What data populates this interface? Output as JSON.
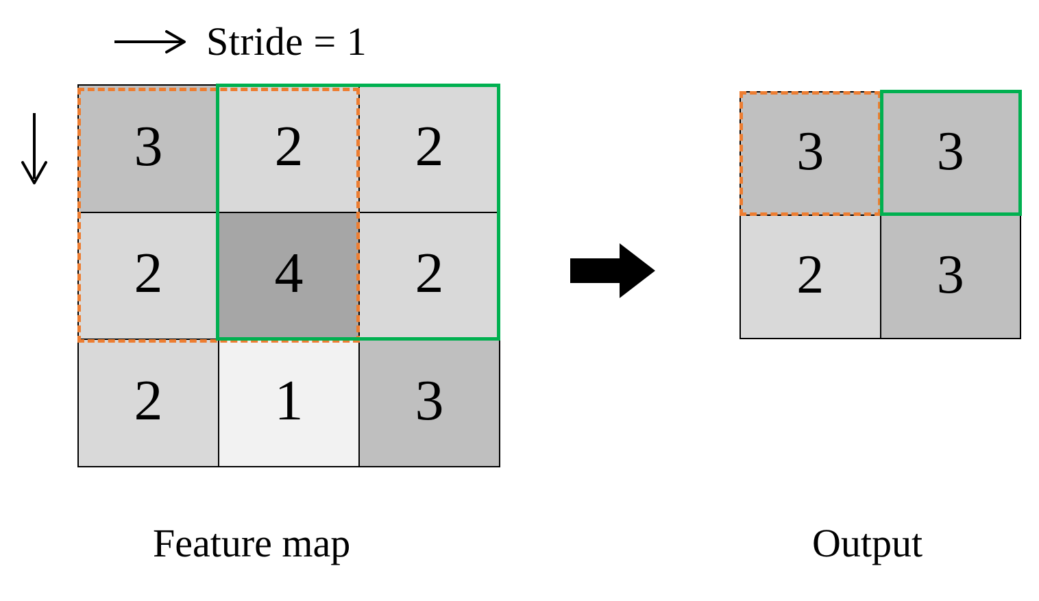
{
  "header": {
    "stride_label": "Stride = 1",
    "horizontal_arrow_icon": "arrow-right-thin-icon",
    "vertical_arrow_icon": "arrow-down-thin-icon"
  },
  "transform": {
    "arrow_icon": "block-arrow-right-icon"
  },
  "feature_map": {
    "caption": "Feature map",
    "rows": 3,
    "cols": 3,
    "cells": [
      {
        "value": "3",
        "fill": "#c0c0c0"
      },
      {
        "value": "2",
        "fill": "#d9d9d9"
      },
      {
        "value": "2",
        "fill": "#d9d9d9"
      },
      {
        "value": "2",
        "fill": "#d9d9d9"
      },
      {
        "value": "4",
        "fill": "#a6a6a6"
      },
      {
        "value": "2",
        "fill": "#d9d9d9"
      },
      {
        "value": "2",
        "fill": "#d9d9d9"
      },
      {
        "value": "1",
        "fill": "#f2f2f2"
      },
      {
        "value": "3",
        "fill": "#bfbfbf"
      }
    ]
  },
  "output": {
    "caption": "Output",
    "rows": 2,
    "cols": 2,
    "cells": [
      {
        "value": "3",
        "fill": "#c0c0c0"
      },
      {
        "value": "3",
        "fill": "#c0c0c0"
      },
      {
        "value": "2",
        "fill": "#d9d9d9"
      },
      {
        "value": "3",
        "fill": "#bfbfbf"
      }
    ]
  },
  "highlights": {
    "dashed_color": "#ed7d31",
    "solid_color": "#00b050",
    "dashed_label": "pooling-window-position-1",
    "solid_label": "pooling-window-position-2"
  },
  "chart_data": {
    "type": "table",
    "title": "Stride = 1",
    "feature_map_values": [
      [
        3,
        2,
        2
      ],
      [
        2,
        4,
        2
      ],
      [
        2,
        1,
        3
      ]
    ],
    "output_values": [
      [
        3,
        3
      ],
      [
        2,
        3
      ]
    ],
    "window_dashed_cells": [
      [
        0,
        0
      ],
      [
        0,
        1
      ],
      [
        1,
        0
      ],
      [
        1,
        1
      ]
    ],
    "window_solid_cells": [
      [
        0,
        1
      ],
      [
        0,
        2
      ],
      [
        1,
        1
      ],
      [
        1,
        2
      ]
    ],
    "stride": 1
  }
}
